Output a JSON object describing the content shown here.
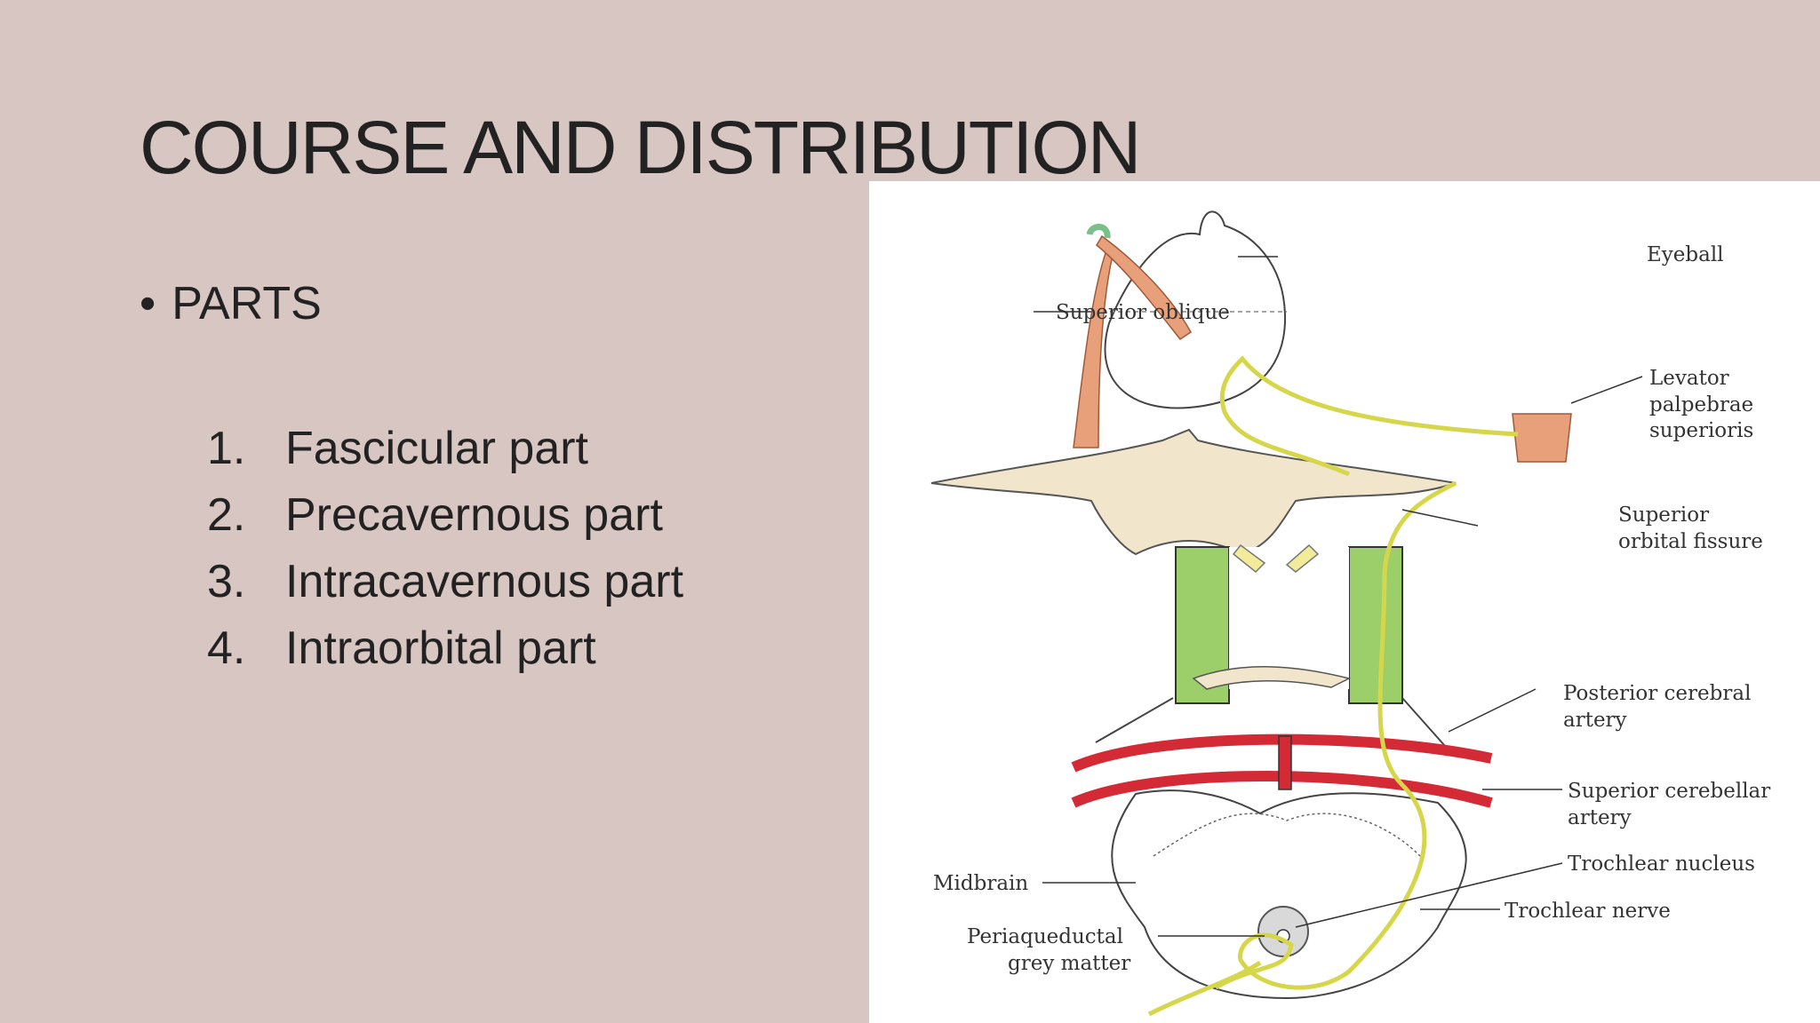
{
  "slide": {
    "title": "COURSE AND DISTRIBUTION",
    "bullet": "PARTS",
    "parts": [
      {
        "num": "1.",
        "text": "Fascicular part"
      },
      {
        "num": "2.",
        "text": "Precavernous part"
      },
      {
        "num": "3.",
        "text": "Intracavernous part"
      },
      {
        "num": "4.",
        "text": "Intraorbital part"
      }
    ]
  },
  "figure": {
    "labels": {
      "eyeball": "Eyeball",
      "superior_oblique": "Superior oblique",
      "levator_1": "Levator",
      "levator_2": "palpebrae",
      "levator_3": "superioris",
      "sof_1": "Superior",
      "sof_2": "orbital fissure",
      "pca_1": "Posterior cerebral",
      "pca_2": "artery",
      "sca_1": "Superior cerebellar",
      "sca_2": "artery",
      "trochlear_nucleus": "Trochlear nucleus",
      "trochlear_nerve": "Trochlear nerve",
      "midbrain": "Midbrain",
      "pag_1": "Periaqueductal",
      "pag_2": "grey matter"
    },
    "colors": {
      "muscle": "#e8a07a",
      "nerve": "#d6d64a",
      "artery": "#d42a35",
      "bone": "#f1e6cc",
      "vessel_green": "#9ccf6a"
    }
  }
}
